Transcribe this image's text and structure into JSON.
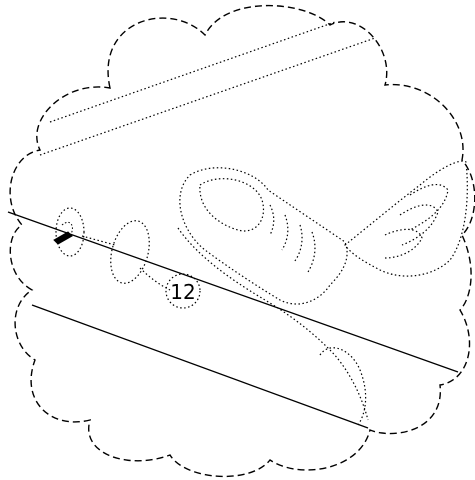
{
  "figure": {
    "reference_numeral": "12",
    "background_color": "#ffffff",
    "line_color": "#000000",
    "line_styles": {
      "border": "dashed",
      "fingers": "dotted",
      "surface_lines": "solid"
    }
  }
}
